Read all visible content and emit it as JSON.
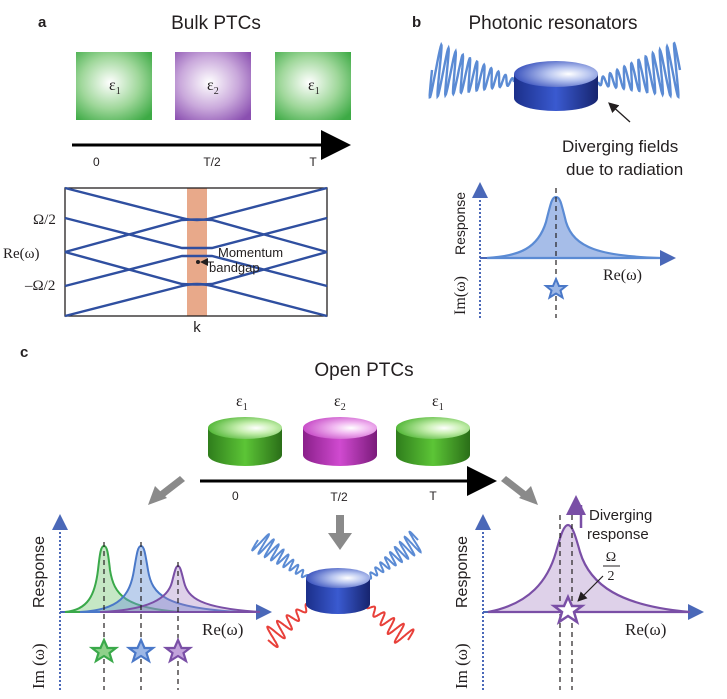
{
  "panel_a": {
    "letter": "a",
    "title": "Bulk PTCs",
    "eps_boxes": [
      "ε",
      "ε",
      "ε"
    ],
    "eps_subs": [
      "1",
      "2",
      "1"
    ],
    "timeline_ticks": [
      "0",
      "T/2",
      "T"
    ],
    "bands": {
      "y_ticks": [
        "Ω/2",
        "Re(ω)",
        "–Ω/2"
      ],
      "x_label": "k",
      "annotation_line1": "Momentum",
      "annotation_line2": "bandgap"
    }
  },
  "panel_b": {
    "letter": "b",
    "title": "Photonic resonators",
    "note_line1": "Diverging fields",
    "note_line2": "due to radiation",
    "y_label": "Response",
    "y_label_left": "Im(ω)",
    "x_label": "Re(ω)"
  },
  "panel_c": {
    "letter": "c",
    "title": "Open PTCs",
    "eps_labels": [
      "ε",
      "ε",
      "ε"
    ],
    "eps_subs": [
      "1",
      "2",
      "1"
    ],
    "timeline_ticks": [
      "0",
      "T/2",
      "T"
    ],
    "left_plot": {
      "y_label": "Response",
      "y_label_left": "Im (ω)",
      "x_label": "Re(ω)"
    },
    "right_plot": {
      "y_label": "Response",
      "y_label_left": "Im (ω)",
      "x_label": "Re(ω)",
      "note_line1": "Diverging",
      "note_line2": "response",
      "frac_num": "Ω",
      "frac_den": "2"
    }
  },
  "colors": {
    "green": "#3aa94a",
    "purple": "#7a4fa6",
    "blue": "#3d6fc0",
    "band_blue": "#2f4fa0",
    "gap": "#e8a98a",
    "red": "#e8403a",
    "arrow_gray": "#8a8a8a"
  }
}
